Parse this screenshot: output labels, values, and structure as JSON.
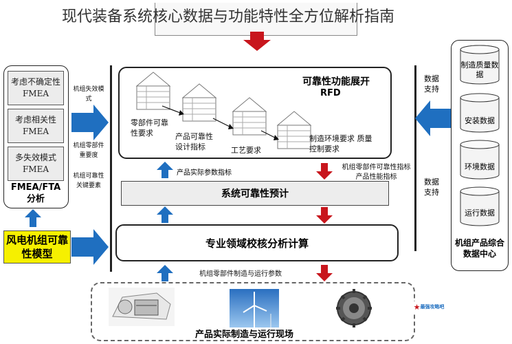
{
  "title": "现代装备系统核心数据与功能特性全方位解析指南",
  "fmea": {
    "items": [
      "考虑不确定性FMEA",
      "考虑相关性FMEA",
      "多失效模式FMEA"
    ],
    "label": "FMEA/FTA 分析"
  },
  "left_labels": {
    "l1": "机组失效模式",
    "l2": "机组零部件重要度",
    "l3": "机组可靠性关键要素"
  },
  "rfd": {
    "title": "可靠性功能展开",
    "subtitle": "RFD",
    "req1": "零部件可靠性要求",
    "req2": "产品可靠性设计指标",
    "req3": "工艺要求",
    "req4": "制造环境要求 质量控制要求"
  },
  "param_label": "产品实际参数指标",
  "right_param": {
    "line1": "机组零部件可靠性指标",
    "line2": "产品性能指标"
  },
  "predict": "系统可靠性预计",
  "calc": "专业领域校核分析计算",
  "bottom_param": "机组零部件制造与运行参数",
  "site": "产品实际制造与运行现场",
  "wind_model": "风电机组可靠性模型",
  "data_support_1": "数据支持",
  "data_support_2": "数据支持",
  "datacenter": {
    "items": [
      "制造质量数据",
      "安装数据",
      "环境数据",
      "运行数据"
    ],
    "label": "机组产品综合数据中心"
  },
  "watermark": "最强攻略吧",
  "colors": {
    "blue": "#1f6fc0",
    "red": "#c8161d",
    "yellow": "#f6f000"
  }
}
